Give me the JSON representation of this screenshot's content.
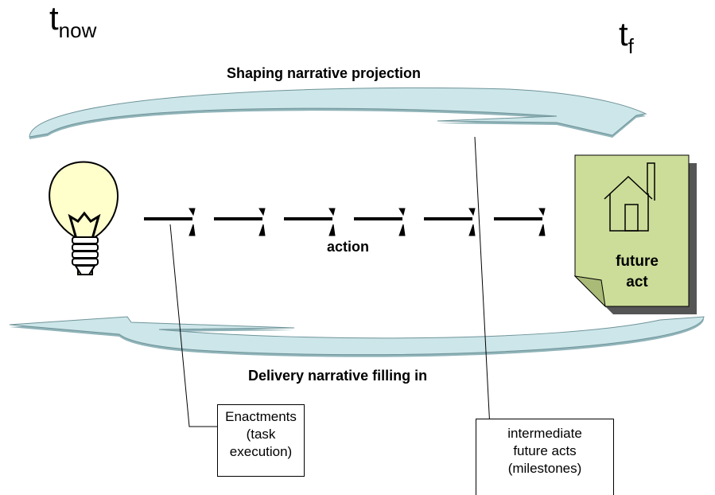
{
  "labels": {
    "t_now_base": "t",
    "t_now_sub": "now",
    "t_f_base": "t",
    "t_f_sub": "f",
    "shaping": "Shaping narrative projection",
    "delivery": "Delivery narrative filling in",
    "action": "action",
    "future_act_line1": "future",
    "future_act_line2": "act"
  },
  "callouts": {
    "enactments": [
      "Enactments",
      "(task",
      "execution)"
    ],
    "intermediate": [
      "intermediate",
      "future acts",
      "(milestones)"
    ]
  },
  "icons": {
    "idea": "lightbulb-icon",
    "goal": "house-icon"
  },
  "colors": {
    "arrow_fill": "#cde6ea",
    "arrow_shadow": "#8fb3b8",
    "bulb_fill": "#ffffcc",
    "note_fill": "#ccdd99",
    "note_shadow": "#555555"
  }
}
